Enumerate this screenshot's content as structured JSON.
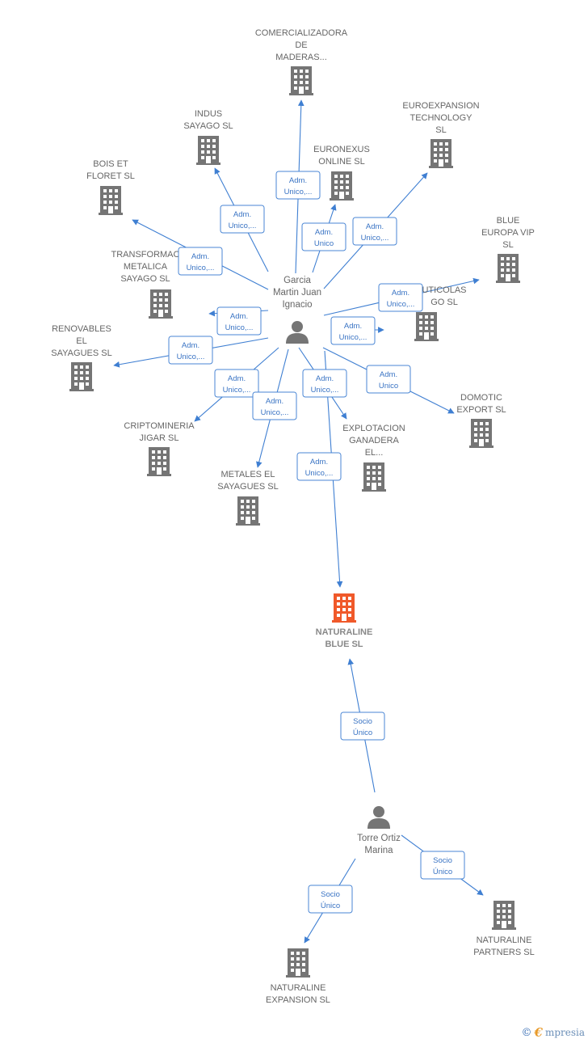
{
  "colors": {
    "edge": "#3f7fd2",
    "company": "#757575",
    "company_main": "#f0592a",
    "person": "#757575",
    "label": "#666666"
  },
  "persons": [
    {
      "id": "p1",
      "lines": [
        "Garcia",
        "Martin Juan",
        "Ignacio"
      ],
      "icon": "person-icon"
    },
    {
      "id": "p2",
      "lines": [
        "Torre Ortiz",
        "Marina"
      ],
      "icon": "person-icon"
    }
  ],
  "companies": [
    {
      "id": "c_comercial",
      "lines": [
        "COMERCIALIZADORA",
        "DE",
        "MADERAS..."
      ]
    },
    {
      "id": "c_indus",
      "lines": [
        "INDUS",
        "SAYAGO  SL"
      ]
    },
    {
      "id": "c_euroexp",
      "lines": [
        "EUROEXPANSION",
        "TECHNOLOGY",
        "SL"
      ]
    },
    {
      "id": "c_euronexus",
      "lines": [
        "EURONEXUS",
        "ONLINE  SL"
      ]
    },
    {
      "id": "c_bois",
      "lines": [
        "BOIS ET",
        "FLORET  SL"
      ]
    },
    {
      "id": "c_blue",
      "lines": [
        "BLUE",
        "EUROPA VIP",
        "SL"
      ]
    },
    {
      "id": "c_transf",
      "lines": [
        "TRANSFORMAC",
        "METALICA",
        "SAYAGO  SL"
      ]
    },
    {
      "id": "c_agricolas",
      "lines": [
        "UTICOLAS",
        "GO  SL"
      ]
    },
    {
      "id": "c_renov",
      "lines": [
        "RENOVABLES",
        "EL",
        "SAYAGUES  SL"
      ]
    },
    {
      "id": "c_domotic",
      "lines": [
        "DOMOTIC",
        "EXPORT  SL"
      ]
    },
    {
      "id": "c_cripto",
      "lines": [
        "CRIPTOMINERIA",
        "JIGAR  SL"
      ]
    },
    {
      "id": "c_explot",
      "lines": [
        "EXPLOTACION",
        "GANADERA",
        "EL..."
      ]
    },
    {
      "id": "c_metales",
      "lines": [
        "METALES EL",
        "SAYAGUES  SL"
      ]
    },
    {
      "id": "c_naturaline",
      "lines": [
        "NATURALINE",
        "BLUE  SL"
      ],
      "main": true
    },
    {
      "id": "c_partners",
      "lines": [
        "NATURALINE",
        "PARTNERS  SL"
      ]
    },
    {
      "id": "c_expansion",
      "lines": [
        "NATURALINE",
        "EXPANSION  SL"
      ]
    }
  ],
  "edges": [
    {
      "from": "p1",
      "to": "c_comercial",
      "label": [
        "Adm.",
        "Unico,..."
      ]
    },
    {
      "from": "p1",
      "to": "c_indus",
      "label": [
        "Adm.",
        "Unico,..."
      ]
    },
    {
      "from": "p1",
      "to": "c_euronexus",
      "label": [
        "Adm.",
        "Unico"
      ]
    },
    {
      "from": "p1",
      "to": "c_euroexp",
      "label": [
        "Adm.",
        "Unico,..."
      ]
    },
    {
      "from": "p1",
      "to": "c_bois",
      "label": [
        "Adm.",
        "Unico,..."
      ]
    },
    {
      "from": "p1",
      "to": "c_blue",
      "label": [
        "Adm.",
        "Unico,..."
      ]
    },
    {
      "from": "p1",
      "to": "c_transf",
      "label": [
        "Adm.",
        "Unico,..."
      ]
    },
    {
      "from": "p1",
      "to": "c_agricolas",
      "label": [
        "Adm.",
        "Unico,..."
      ]
    },
    {
      "from": "p1",
      "to": "c_renov",
      "label": [
        "Adm.",
        "Unico,..."
      ]
    },
    {
      "from": "p1",
      "to": "c_domotic",
      "label": [
        "Adm.",
        "Unico"
      ]
    },
    {
      "from": "p1",
      "to": "c_cripto",
      "label": [
        "Adm.",
        "Unico,..."
      ]
    },
    {
      "from": "p1",
      "to": "c_explot",
      "label": [
        "Adm.",
        "Unico,..."
      ]
    },
    {
      "from": "p1",
      "to": "c_metales",
      "label": [
        "Adm.",
        "Unico,..."
      ]
    },
    {
      "from": "p1",
      "to": "c_naturaline",
      "label": [
        "Adm.",
        "Unico,..."
      ]
    },
    {
      "from": "p2",
      "to": "c_naturaline",
      "label": [
        "Socio",
        "Único"
      ]
    },
    {
      "from": "p2",
      "to": "c_partners",
      "label": [
        "Socio",
        "Único"
      ]
    },
    {
      "from": "p2",
      "to": "c_expansion",
      "label": [
        "Socio",
        "Único"
      ]
    }
  ],
  "footer": {
    "copyright": "©",
    "brand_initial": "€",
    "brand_rest": "mpresia"
  }
}
